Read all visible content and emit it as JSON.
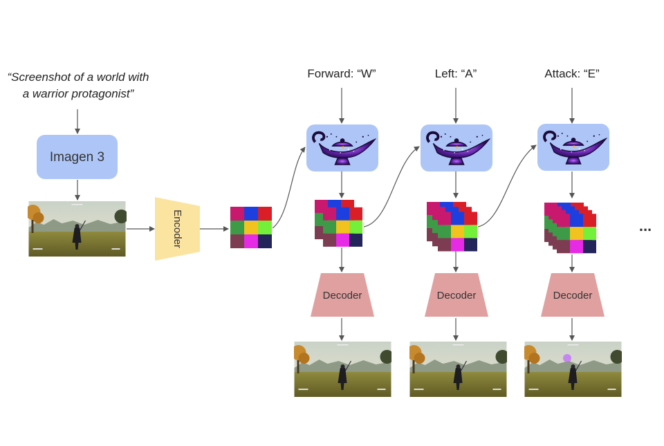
{
  "prompt": {
    "line1": "“Screenshot of a world with",
    "line2": "a warrior protagonist”"
  },
  "imagen_label": "Imagen 3",
  "encoder_label": "Encoder",
  "decoder_label": "Decoder",
  "actions": [
    {
      "label": "Forward: “W”"
    },
    {
      "label": "Left: “A”"
    },
    {
      "label": "Attack: “E”"
    }
  ],
  "ellipsis": "...",
  "colors": {
    "imagen_box": "#aec6f7",
    "lamp_box": "#aec6f7",
    "encoder": "#fbe3a0",
    "decoder": "#e0a0a0",
    "arrow": "#555555"
  },
  "latent_grid_colors": [
    [
      "#c8196e",
      "#1d3fe0",
      "#d91e28"
    ],
    [
      "#3d9a46",
      "#f2c21f",
      "#74f03a"
    ],
    [
      "#7e3c52",
      "#e62ae6",
      "#23245a"
    ]
  ],
  "icons": {
    "lamp": "magic-lamp-icon",
    "game_frame": "warrior-game-screenshot"
  }
}
